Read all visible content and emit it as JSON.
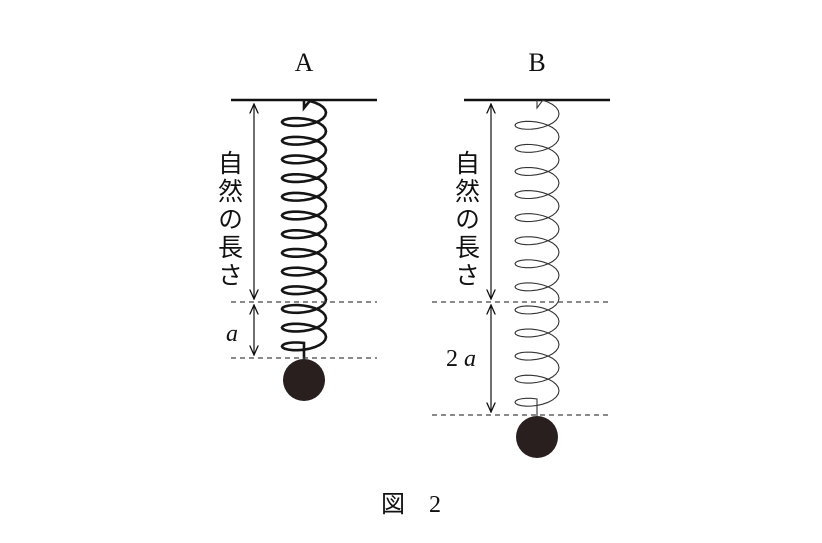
{
  "figure": {
    "caption": "図　2",
    "panels": [
      {
        "id": "A",
        "label": "A",
        "natural_length_label": "自然の長さ",
        "extension_coefficient": "",
        "extension_symbol": "a",
        "spring_style": "thick"
      },
      {
        "id": "B",
        "label": "B",
        "natural_length_label": "自然の長さ",
        "extension_coefficient": "2",
        "extension_symbol": "a",
        "spring_style": "thin"
      }
    ]
  },
  "colors": {
    "line": "#111111",
    "spring_thick": "#151515",
    "spring_thin": "#333333",
    "ball": "#2a1f1f",
    "dash": "#444444"
  }
}
